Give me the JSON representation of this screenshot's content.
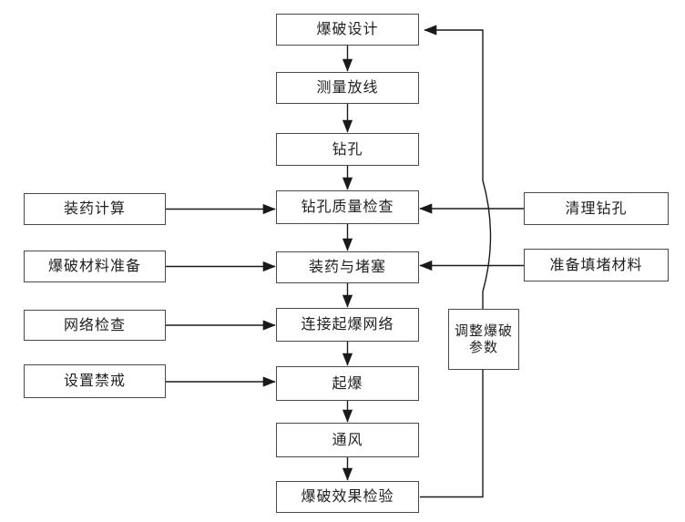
{
  "flow": {
    "main": [
      {
        "label": "爆破设计"
      },
      {
        "label": "测量放线"
      },
      {
        "label": "钻孔"
      },
      {
        "label": "钻孔质量检查"
      },
      {
        "label": "装药与堵塞"
      },
      {
        "label": "连接起爆网络"
      },
      {
        "label": "起爆"
      },
      {
        "label": "通风"
      },
      {
        "label": "爆破效果检验"
      }
    ],
    "left": [
      {
        "label": "装药计算"
      },
      {
        "label": "爆破材料准备"
      },
      {
        "label": "网络检查"
      },
      {
        "label": "设置禁戒"
      }
    ],
    "right": [
      {
        "label": "清理钻孔"
      },
      {
        "label": "准备填堵材料"
      }
    ],
    "feedback": {
      "label": "调整爆破参数",
      "line1": "调整爆破",
      "line2": "参数"
    }
  },
  "colors": {
    "background": "#ffffff",
    "box_border": "#4a4a4a",
    "line": "#1a1a1a",
    "text": "#1f1f1f"
  }
}
